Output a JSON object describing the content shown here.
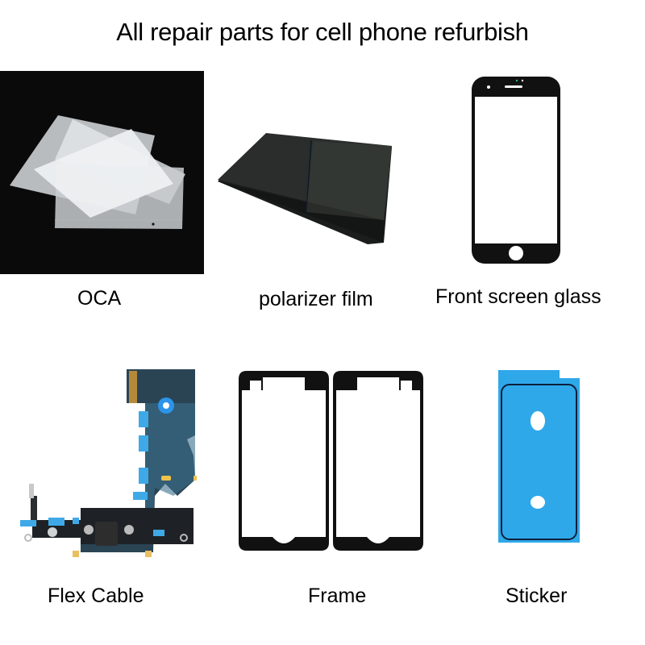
{
  "title": "All repair parts for cell phone refurbish",
  "products": [
    {
      "id": "oca",
      "label": "OCA",
      "image": "oca-film-sheets"
    },
    {
      "id": "polarizer",
      "label": "polarizer film",
      "image": "polarizer-film-stack"
    },
    {
      "id": "front-glass",
      "label": "Front screen glass",
      "image": "front-screen-glass"
    },
    {
      "id": "flex-cable",
      "label": "Flex Cable",
      "image": "charging-port-flex-cable"
    },
    {
      "id": "frame",
      "label": "Frame",
      "image": "lcd-frames"
    },
    {
      "id": "sticker",
      "label": "Sticker",
      "image": "waterproof-adhesive-sticker"
    }
  ],
  "colors": {
    "background": "#ffffff",
    "oca_bg": "#0a0a0a",
    "glass_black": "#111111",
    "sticker_blue": "#2fa8ea",
    "flex_blue": "#3fa9e8",
    "flex_dark": "#1e2226"
  }
}
